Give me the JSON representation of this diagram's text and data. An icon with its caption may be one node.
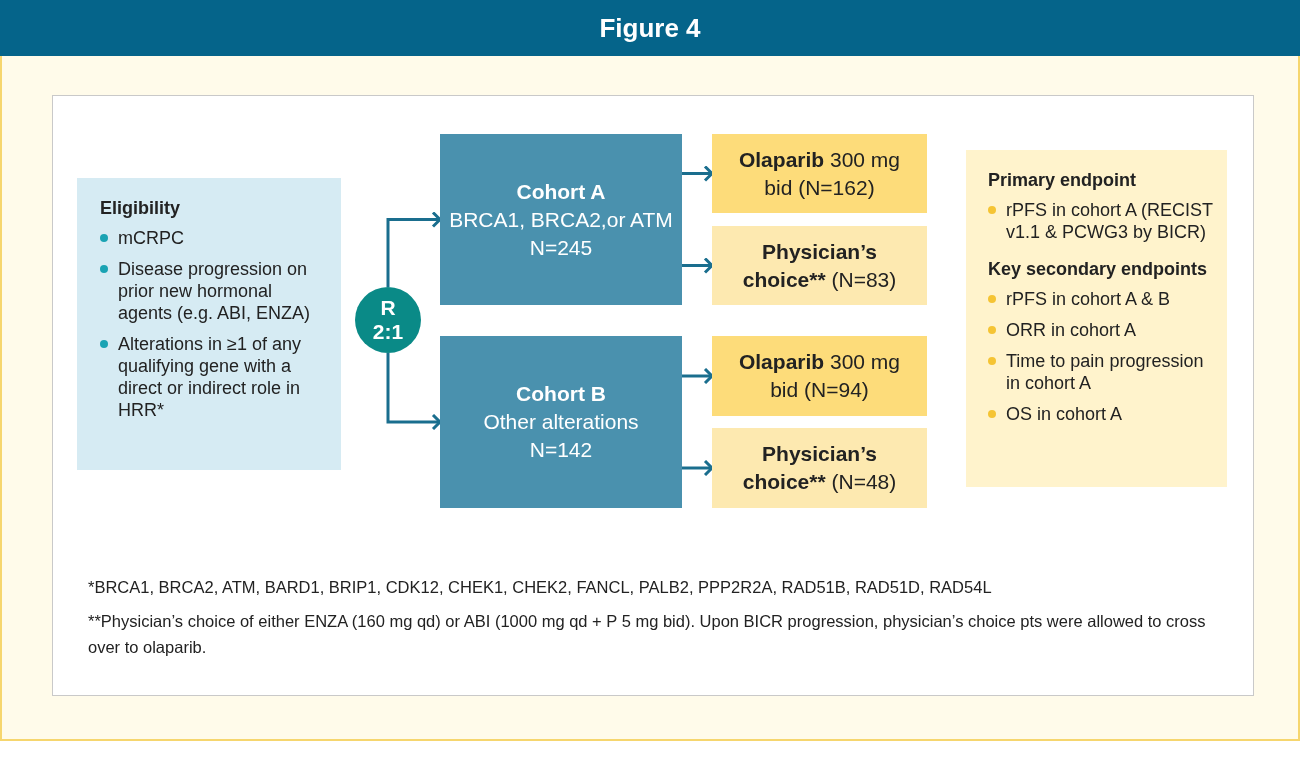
{
  "diagram": {
    "title": "Figure 4",
    "nodes": [
      {
        "text": [
          "Eligibility",
          "mCRPC",
          "Disease progression on prior new hormonal agents (e.g. ABI, ENZA)",
          "Alterations in ≥1 of any qualifying gene with a direct or indirect role in HRR*"
        ]
      },
      {
        "text": [
          "R 2:1"
        ]
      },
      {
        "text": [
          "Cohort A",
          "BRCA1, BRCA2,or ATM",
          "N=245"
        ]
      },
      {
        "text": [
          "Olaparib",
          "300 mg bid (N=162)"
        ]
      },
      {
        "text": [
          "Physician’s choice**",
          "(N=83)"
        ]
      },
      {
        "text": [
          "Cohort B",
          "Other alterations",
          "N=142"
        ]
      },
      {
        "text": [
          "Olaparib",
          "300 mg bid (N=94)"
        ]
      },
      {
        "text": [
          "Physician’s choice**",
          "(N=48)"
        ]
      },
      {
        "text": [
          "Primary endpoint",
          "rPFS in cohort A (RECIST v1.1 & PCWG3 by BICR)",
          "Key secondary endpoints",
          "rPFS in cohort A & B",
          "ORR in cohort A",
          "Time to pain progression in cohort A",
          "OS in cohort A"
        ]
      }
    ],
    "edges": [
      {
        "from": 1,
        "to": 2,
        "arrow": "to"
      },
      {
        "from": 1,
        "to": 5,
        "arrow": "to"
      },
      {
        "from": 2,
        "to": 3,
        "arrow": "to"
      },
      {
        "from": 2,
        "to": 4,
        "arrow": "to"
      },
      {
        "from": 5,
        "to": 6,
        "arrow": "to"
      },
      {
        "from": 5,
        "to": 7,
        "arrow": "to"
      }
    ],
    "labels": [
      "*BRCA1, BRCA2, ATM, BARD1, BRIP1, CDK12, CHEK1, CHEK2, FANCL, PALB2, PPP2R2A, RAD51B, RAD51D, RAD54L",
      "**Physician’s choice of either ENZA (160 mg qd) or ABI (1000 mg qd + P 5 mg bid). Upon BICR progression, physician’s choice pts were allowed to cross over to olaparib."
    ]
  }
}
